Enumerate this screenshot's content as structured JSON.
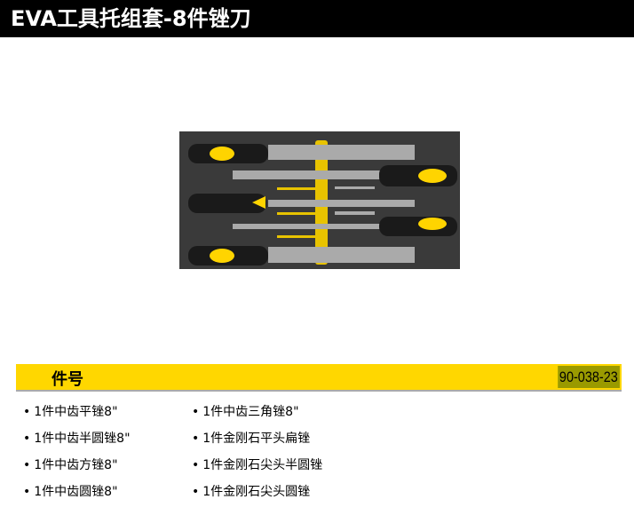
{
  "header": {
    "title": "EVA工具托组套-8件锉刀"
  },
  "part": {
    "label": "件号",
    "code": "90-038-23"
  },
  "items_left": [
    "1件中齿平锉8\"",
    "1件中齿半圆锉8\"",
    "1件中齿方锉8\"",
    "1件中齿圆锉8\""
  ],
  "items_right": [
    "1件中齿三角锉8\"",
    "1件金刚石平头扁锉",
    "1件金刚石尖头半圆锉",
    "1件金刚石尖头圆锉"
  ],
  "colors": {
    "accent": "#ffd700",
    "code_bg": "#9a9a00"
  }
}
